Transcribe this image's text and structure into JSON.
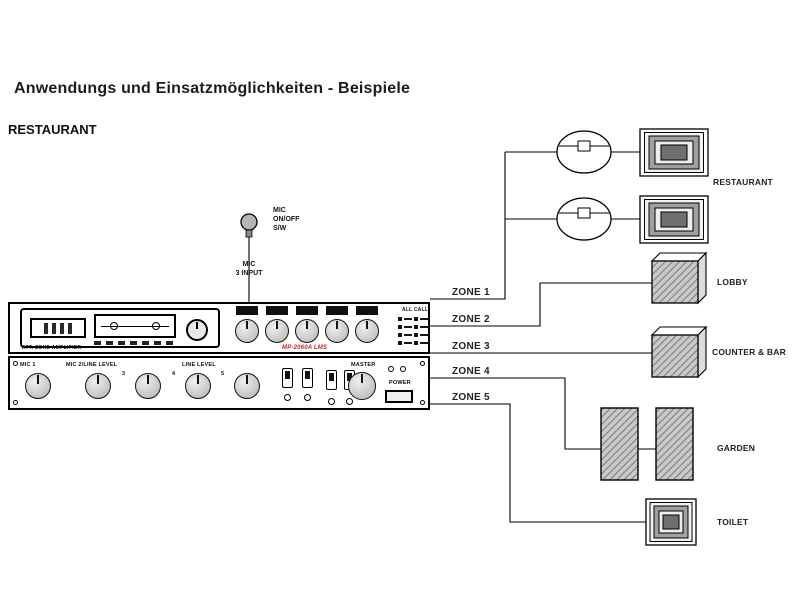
{
  "page": {
    "title": "Anwendungs und Einsatzmöglichkeiten - Beispiele",
    "scenario_label": "RESTAURANT"
  },
  "mic": {
    "switch_label": "MIC\nON/OFF\nS/W",
    "input_label": "MIC\n3 INPUT"
  },
  "amplifier": {
    "device_label": "ATT. ZONE AMPLIFIER",
    "model_label": "MP-2060A LMS",
    "all_call_label": "ALL CALL",
    "mic1_label": "MIC 1",
    "mic2_line_label": "MIC 2/LINE LEVEL",
    "line_level_label": "LINE LEVEL",
    "master_label": "MASTER",
    "power_label": "POWER",
    "channel_numbers": [
      "3",
      "4",
      "5"
    ]
  },
  "zones": [
    {
      "label": "ZONE 1",
      "connected_to": "RESTAURANT"
    },
    {
      "label": "ZONE 2",
      "connected_to": "LOBBY"
    },
    {
      "label": "ZONE 3",
      "connected_to": "COUNTER & BAR"
    },
    {
      "label": "ZONE 4",
      "connected_to": "GARDEN"
    },
    {
      "label": "ZONE 5",
      "connected_to": "TOILET"
    }
  ],
  "areas": {
    "restaurant": "RESTAURANT",
    "lobby": "LOBBY",
    "counter_bar": "COUNTER & BAR",
    "garden": "GARDEN",
    "toilet": "TOILET"
  },
  "colors": {
    "wire": "#000000",
    "model_text": "#c22222",
    "speaker_hatch_dark": "#666666",
    "speaker_hatch_bg": "#c9c9c9"
  }
}
